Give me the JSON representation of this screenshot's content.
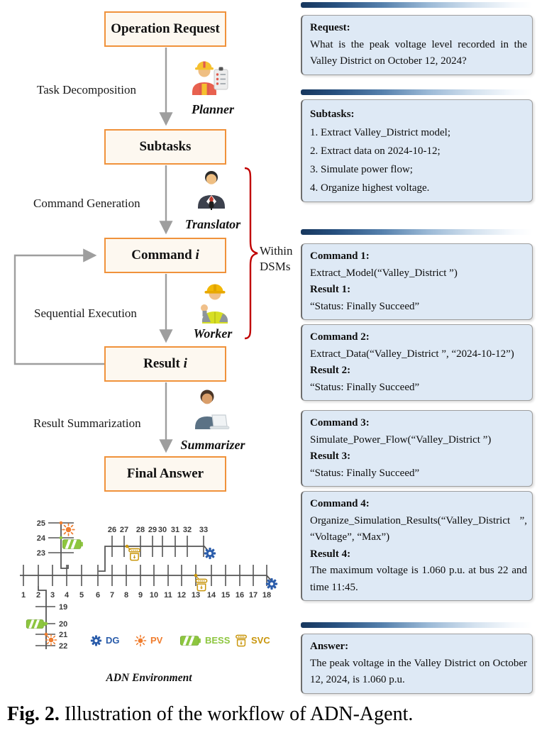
{
  "flowchart": {
    "operation_request": "Operation Request",
    "subtasks": "Subtasks",
    "command_prefix": "Command ",
    "command_var": "i",
    "result_prefix": "Result ",
    "result_var": "i",
    "final_answer": "Final Answer",
    "label_task_decomposition": "Task Decomposition",
    "label_command_generation": "Command Generation",
    "label_sequential_execution": "Sequential Execution",
    "label_result_summarization": "Result Summarization",
    "agent_planner": "Planner",
    "agent_translator": "Translator",
    "agent_worker": "Worker",
    "agent_summarizer": "Summarizer",
    "brace_line1": "Within",
    "brace_line2": "DSMs"
  },
  "network": {
    "caption": "ADN Environment",
    "feeder_buses": {
      "labels": [
        "1",
        "2",
        "3",
        "4",
        "5",
        "6",
        "7",
        "8",
        "9",
        "10",
        "11",
        "12",
        "13",
        "14",
        "15",
        "16",
        "17",
        "18"
      ],
      "x": [
        33,
        54,
        74,
        94,
        115,
        138,
        158,
        178,
        198,
        217,
        237,
        256,
        276,
        298,
        318,
        338,
        357,
        376
      ]
    },
    "upper_buses": {
      "labels": [
        "26",
        "27",
        "28",
        "29",
        "30",
        "31",
        "32",
        "33"
      ],
      "x": [
        158,
        175,
        198,
        215,
        229,
        247,
        264,
        287
      ]
    },
    "left_buses": {
      "labels": [
        "25",
        "24",
        "23"
      ],
      "y": [
        32,
        53,
        74
      ]
    },
    "lower_buses": {
      "labels": [
        "19",
        "20",
        "21",
        "22"
      ],
      "y": [
        150,
        174,
        189,
        205
      ]
    },
    "devices": [
      {
        "type": "pv",
        "at_bus": "25"
      },
      {
        "type": "bess",
        "at_bus": "24"
      },
      {
        "type": "svc",
        "at_bus": "28"
      },
      {
        "type": "dg",
        "at_bus": "33"
      },
      {
        "type": "svc",
        "at_bus": "13"
      },
      {
        "type": "dg",
        "at_bus": "18"
      },
      {
        "type": "bess",
        "at_bus": "20"
      },
      {
        "type": "pv",
        "at_bus": "21"
      }
    ],
    "legend": [
      {
        "label": "DG",
        "color": "#2A5CAA"
      },
      {
        "label": "PV",
        "color": "#F07D2E"
      },
      {
        "label": "BESS",
        "color": "#8DC63F"
      },
      {
        "label": "SVC",
        "color": "#C9960C"
      }
    ]
  },
  "panels": [
    {
      "id": "request",
      "accent_bar": true,
      "lines": [
        {
          "bold": true,
          "text": "Request:"
        },
        {
          "bold": false,
          "text": "What is the peak voltage level recorded in the Valley District on October 12, 2024?"
        }
      ]
    },
    {
      "id": "subtasks",
      "accent_bar": true,
      "lines": [
        {
          "bold": true,
          "text": "Subtasks:"
        },
        {
          "bold": false,
          "text": "1. Extract Valley_District model;"
        },
        {
          "bold": false,
          "text": "2. Extract data on 2024-10-12;"
        },
        {
          "bold": false,
          "text": "3. Simulate power flow;"
        },
        {
          "bold": false,
          "text": "4. Organize highest voltage."
        }
      ]
    },
    {
      "id": "command-1",
      "accent_bar": true,
      "lines": [
        {
          "bold": true,
          "text": "Command 1:"
        },
        {
          "bold": false,
          "text": "Extract_Model(“Valley_District ”)"
        },
        {
          "bold": true,
          "text": "Result 1:"
        },
        {
          "bold": false,
          "text": "“Status: Finally Succeed”"
        }
      ]
    },
    {
      "id": "command-2",
      "accent_bar": false,
      "lines": [
        {
          "bold": true,
          "text": "Command 2:"
        },
        {
          "bold": false,
          "text": "Extract_Data(“Valley_District ”, “2024-10-12”)"
        },
        {
          "bold": true,
          "text": "Result 2:"
        },
        {
          "bold": false,
          "text": "“Status: Finally Succeed”"
        }
      ]
    },
    {
      "id": "command-3",
      "accent_bar": false,
      "lines": [
        {
          "bold": true,
          "text": "Command 3:"
        },
        {
          "bold": false,
          "text": "Simulate_Power_Flow(“Valley_District ”)"
        },
        {
          "bold": true,
          "text": "Result 3:"
        },
        {
          "bold": false,
          "text": "“Status: Finally Succeed”"
        }
      ]
    },
    {
      "id": "command-4",
      "accent_bar": false,
      "lines": [
        {
          "bold": true,
          "text": "Command 4:"
        },
        {
          "bold": false,
          "text": "Organize_Simulation_Results(“Valley_District ”, “Voltage”, “Max”)"
        },
        {
          "bold": true,
          "text": "Result 4:"
        },
        {
          "bold": false,
          "text": "The maximum voltage is 1.060 p.u. at bus 22 and time 11:45."
        }
      ]
    },
    {
      "id": "answer",
      "accent_bar": true,
      "lines": [
        {
          "bold": true,
          "text": "Answer:"
        },
        {
          "bold": false,
          "text": "The peak voltage in the Valley District on October 12, 2024, is 1.060 p.u."
        }
      ]
    }
  ],
  "figure": {
    "caption_label": "Fig. 2.",
    "caption_text": "Illustration of the workflow of ADN-Agent."
  },
  "colors": {
    "box_border_orange": "#F0923B",
    "box_fill_cream": "#FDF8F0",
    "panel_bg_blue": "#DEE9F5",
    "accent_bar_navy": "#17375E",
    "brace_red": "#C00000",
    "arrow_gray": "#9E9E9E",
    "dg_blue": "#2A5CAA",
    "pv_orange": "#F07D2E",
    "bess_green": "#8DC63F",
    "svc_gold": "#C9960C"
  }
}
